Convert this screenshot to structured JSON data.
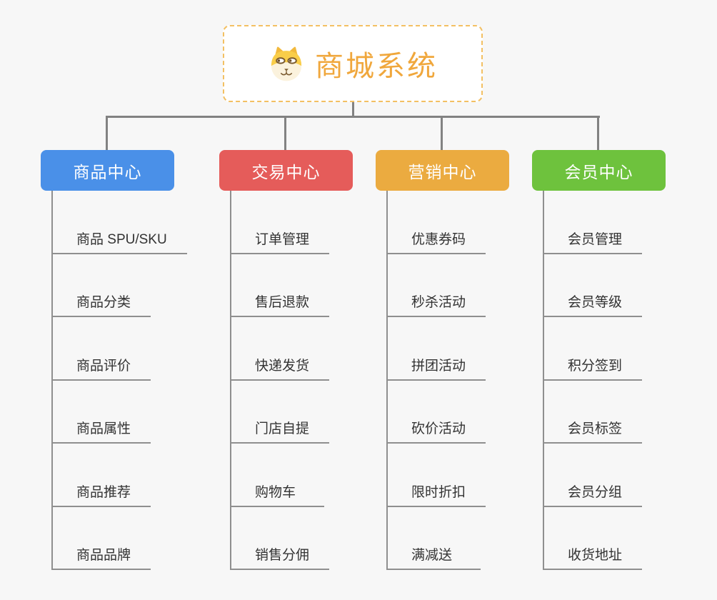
{
  "root": {
    "title": "商城系统",
    "icon": "dog-face-icon"
  },
  "branches": [
    {
      "label": "商品中心",
      "color": "#4a90e8",
      "items": [
        "商品 SPU/SKU",
        "商品分类",
        "商品评价",
        "商品属性",
        "商品推荐",
        "商品品牌"
      ]
    },
    {
      "label": "交易中心",
      "color": "#e55c5a",
      "items": [
        "订单管理",
        "售后退款",
        "快递发货",
        "门店自提",
        "购物车",
        "销售分佣"
      ]
    },
    {
      "label": "营销中心",
      "color": "#ebab40",
      "items": [
        "优惠券码",
        "秒杀活动",
        "拼团活动",
        "砍价活动",
        "限时折扣",
        "满减送"
      ]
    },
    {
      "label": "会员中心",
      "color": "#6ec23d",
      "items": [
        "会员管理",
        "会员等级",
        "积分签到",
        "会员标签",
        "会员分组",
        "收货地址"
      ]
    }
  ],
  "colors": {
    "background": "#f7f7f7",
    "title": "#f0a73c",
    "root_border": "#f3c063",
    "connector": "#828282",
    "line": "#8f8f8f",
    "item_text": "#333333"
  }
}
